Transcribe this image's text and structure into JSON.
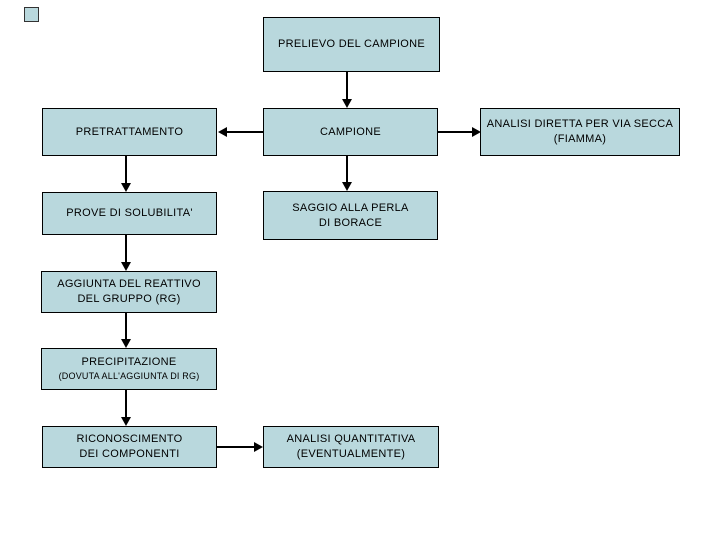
{
  "diagram": {
    "type": "flowchart",
    "language": "it",
    "background": "#ffffff",
    "colors": {
      "box_fill": "#b9d8dd",
      "box_border": "#000000",
      "arrow": "#000000",
      "text": "#000000"
    },
    "nodes": {
      "prelievo": {
        "label": "PRELIEVO DEL CAMPIONE"
      },
      "pretrattamento": {
        "label": "PRETRATTAMENTO"
      },
      "campione": {
        "label": "CAMPIONE"
      },
      "analisi_diretta": {
        "line1": "ANALISI DIRETTA PER VIA SECCA",
        "line2": "(FIAMMA)"
      },
      "prove": {
        "label": "PROVE DI SOLUBILITA'"
      },
      "saggio": {
        "line1": "SAGGIO ALLA PERLA",
        "line2": "DI BORACE"
      },
      "aggiunta": {
        "line1": "AGGIUNTA DEL REATTIVO",
        "line2": "DEL GRUPPO (RG)"
      },
      "precipitazione": {
        "line1": "PRECIPITAZIONE",
        "line2": "(DOVUTA ALL'AGGIUNTA DI RG)"
      },
      "riconoscimento": {
        "line1": "RICONOSCIMENTO",
        "line2": "DEI COMPONENTI"
      },
      "analisi_quantitativa": {
        "line1": "ANALISI QUANTITATIVA",
        "line2": "(EVENTUALMENTE)"
      }
    },
    "edges": [
      {
        "from": "prelievo",
        "to": "campione",
        "direction": "down"
      },
      {
        "from": "campione",
        "to": "pretrattamento",
        "direction": "left"
      },
      {
        "from": "campione",
        "to": "analisi_diretta",
        "direction": "right"
      },
      {
        "from": "pretrattamento",
        "to": "prove",
        "direction": "down"
      },
      {
        "from": "campione",
        "to": "saggio",
        "direction": "down"
      },
      {
        "from": "prove",
        "to": "aggiunta",
        "direction": "down"
      },
      {
        "from": "aggiunta",
        "to": "precipitazione",
        "direction": "down"
      },
      {
        "from": "precipitazione",
        "to": "riconoscimento",
        "direction": "down"
      },
      {
        "from": "riconoscimento",
        "to": "analisi_quantitativa",
        "direction": "right"
      }
    ]
  }
}
